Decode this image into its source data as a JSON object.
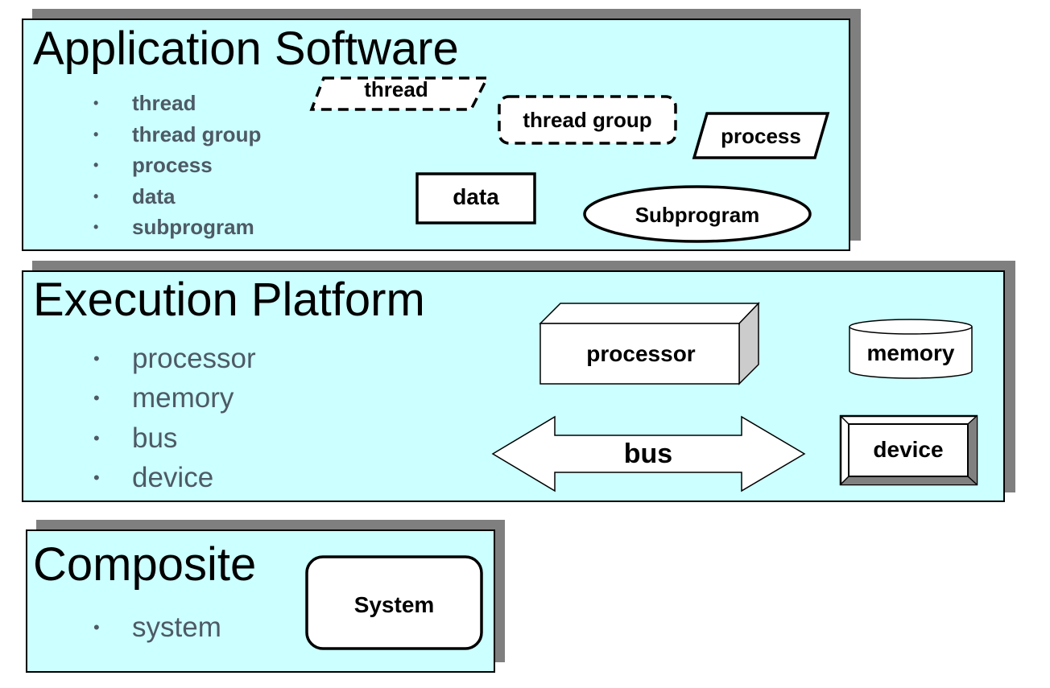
{
  "application_software": {
    "title": "Application Software",
    "items": [
      "thread",
      "thread group",
      "process",
      "data",
      "subprogram"
    ],
    "shapes": {
      "thread": "thread",
      "thread_group": "thread group",
      "process": "process",
      "data": "data",
      "subprogram": "Subprogram"
    }
  },
  "execution_platform": {
    "title": "Execution Platform",
    "items": [
      "processor",
      "memory",
      "bus",
      "device"
    ],
    "shapes": {
      "processor": "processor",
      "memory": "memory",
      "bus": "bus",
      "device": "device"
    }
  },
  "composite": {
    "title": "Composite",
    "items": [
      "system"
    ],
    "shapes": {
      "system": "System"
    }
  },
  "colors": {
    "panel_fill": "#ccffff",
    "panel_shadow": "#7f7f7f",
    "bullet_text": "#4d5a66",
    "processor_side": "#cccccc",
    "device_bevel": "#808080"
  }
}
